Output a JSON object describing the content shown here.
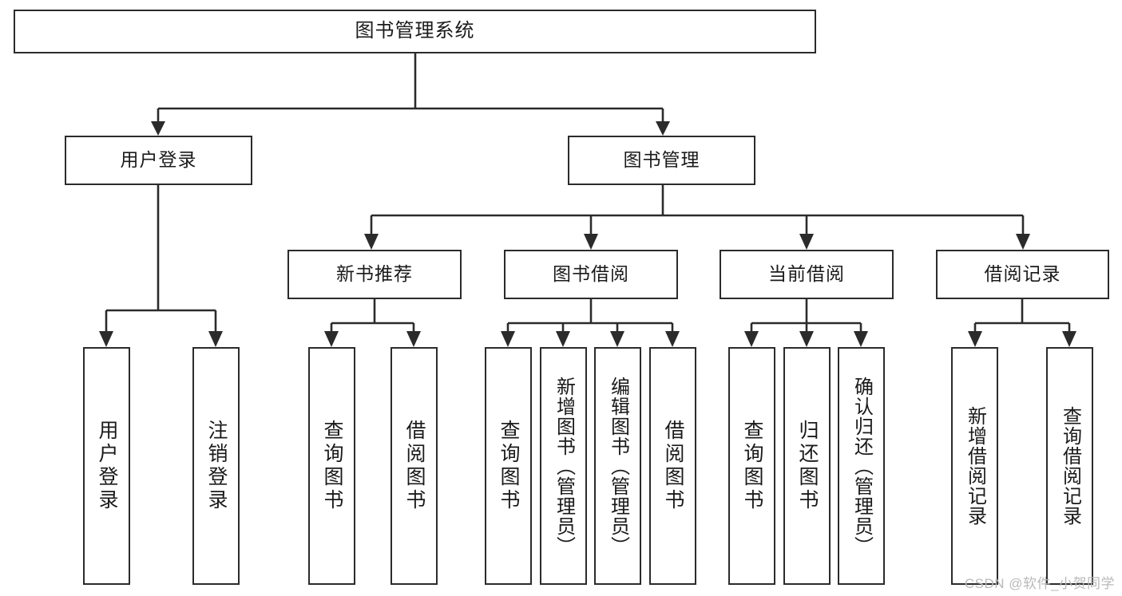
{
  "diagram": {
    "kind": "tree-structure-chart",
    "title": "图书管理系统",
    "watermark": "CSDN @软件_小贺同学",
    "levels": {
      "root": {
        "label": "图书管理系统"
      },
      "level2": [
        {
          "label": "用户登录"
        },
        {
          "label": "图书管理"
        }
      ],
      "level3": [
        {
          "label": "新书推荐"
        },
        {
          "label": "图书借阅"
        },
        {
          "label": "当前借阅"
        },
        {
          "label": "借阅记录"
        }
      ],
      "level4": [
        {
          "label": "用户登录"
        },
        {
          "label": "注销登录"
        },
        {
          "label": "查询图书"
        },
        {
          "label": "借阅图书"
        },
        {
          "label": "查询图书"
        },
        {
          "label": "新增图书（管理员）"
        },
        {
          "label": "编辑图书（管理员）"
        },
        {
          "label": "借阅图书"
        },
        {
          "label": "查询图书"
        },
        {
          "label": "归还图书"
        },
        {
          "label": "确认归还（管理员）"
        },
        {
          "label": "新增借阅记录"
        },
        {
          "label": "查询借阅记录"
        }
      ]
    },
    "colors": {
      "stroke": "#2b2b2b",
      "fill": "#ffffff",
      "text": "#1a1a1a",
      "watermark": "#b9b9b9"
    }
  }
}
